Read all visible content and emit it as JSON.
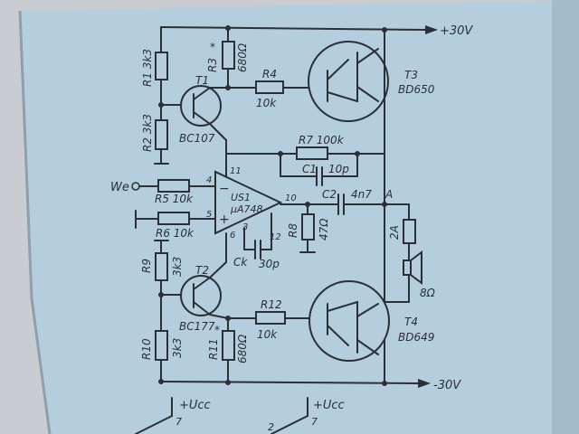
{
  "diagram": {
    "labels": {
      "vplus": "+30V",
      "vminus": "-30V",
      "input": "We",
      "out_node": "A",
      "r1": "R1 3k3",
      "r2": "R2 3k3",
      "r3": "R3",
      "r3_star": "*",
      "r3_val": "680Ω",
      "t1": "T1",
      "t1_type": "BC107",
      "r4": "R4",
      "r4_val": "10k",
      "t3": "T3",
      "t3_type": "BD650",
      "r7": "R7 100k",
      "c1": "C1",
      "c1_val": "10p",
      "r5": "R5 10k",
      "r6": "R6 10k",
      "us1": "US1",
      "us1_type": "μA748",
      "pin4": "4",
      "pin11": "11",
      "pin5": "5",
      "pin6": "6",
      "pin3": "3",
      "pin12": "12",
      "pin10": "10",
      "op_minus": "−",
      "op_plus": "+",
      "c2": "C2",
      "c2_val": "4n7",
      "r8": "R8",
      "r8_val": "47Ω",
      "fuse": "2A",
      "speaker": "8Ω",
      "ck": "Ck",
      "ck_val": "30p",
      "r9": "R9",
      "r9_val": "3k3",
      "t2": "T2",
      "t2_type": "BC177",
      "r10": "R10",
      "r10_val": "3k3",
      "r11": "R11",
      "r11_star": "*",
      "r11_val": "680Ω",
      "r12": "R12",
      "r12_val": "10k",
      "t4": "T4",
      "t4_type": "BD649",
      "ucc1": "+Ucc",
      "ucc2": "+Ucc",
      "p7a": "7",
      "p7b": "7",
      "p2": "2"
    },
    "colors": {
      "paper": "#b4cede",
      "ink": "#2b2f38",
      "background": "#c9cdd2"
    }
  }
}
